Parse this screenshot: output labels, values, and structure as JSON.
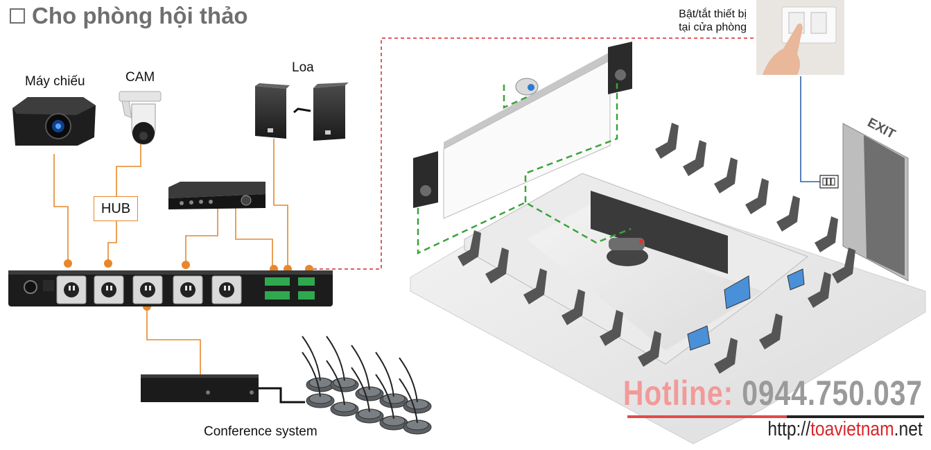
{
  "title": "Cho phòng hội thảo",
  "labels": {
    "projector": "Máy chiếu",
    "cam": "CAM",
    "speaker": "Loa",
    "hub": "HUB",
    "conference": "Conference system",
    "switch_line1": "Bật/tắt thiết bị",
    "switch_line2": "tại cửa phòng",
    "exit": "EXIT"
  },
  "contact": {
    "hotline_label": "Hotline:",
    "hotline_number": " 0944.750.037",
    "url_prefix": "http://",
    "url_brand": "toavietnam",
    "url_suffix": ".net"
  },
  "colors": {
    "wire": "#e8872a",
    "dashed_red": "#d8262b",
    "dashed_green": "#3aa33a",
    "blue_wire": "#2d5fa8"
  }
}
